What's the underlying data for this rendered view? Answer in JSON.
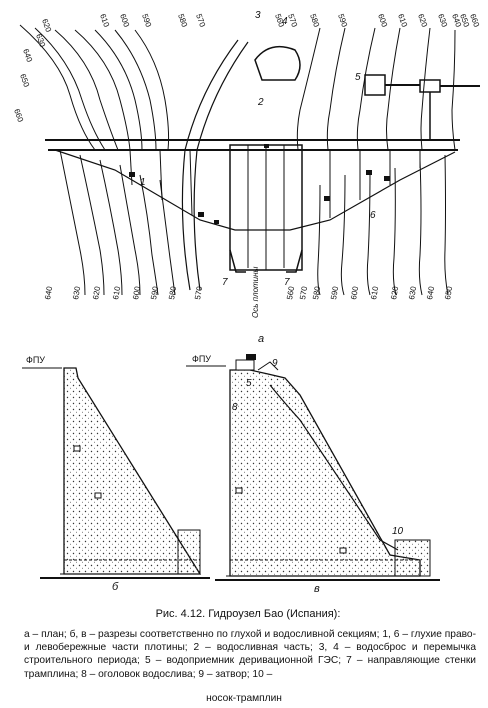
{
  "plan": {
    "contours_top": [
      "660",
      "650",
      "640",
      "630",
      "620",
      "610",
      "600",
      "590",
      "580",
      "570",
      "560",
      "570",
      "580",
      "590",
      "600",
      "610",
      "620",
      "630",
      "640",
      "650",
      "660"
    ],
    "contours_bottom": [
      "640",
      "630",
      "620",
      "610",
      "600",
      "590",
      "580",
      "570",
      "560",
      "570",
      "580",
      "590",
      "600",
      "610",
      "620",
      "630",
      "640",
      "650"
    ],
    "callouts": [
      "1",
      "2",
      "3",
      "4",
      "5",
      "6",
      "7",
      "7"
    ],
    "axis_label": "Ось плотины",
    "panel_label": "а"
  },
  "section_b": {
    "level_label": "ФПУ",
    "panel_label": "б"
  },
  "section_v": {
    "level_label": "ФПУ",
    "callouts": [
      "5",
      "8",
      "9",
      "10"
    ],
    "panel_label": "в"
  },
  "caption": "Рис. 4.12. Гидроузел Бао (Испания):",
  "legend_main": "а – план; б, в – разрезы соответственно по глухой и водосливной секциям; 1, 6 – глухие право- и левобережные части плотины; 2 – водосливная часть; 3, 4 – водосброс и перемычка строительного периода; 5 – водоприемник деривационной ГЭС; 7 – направляющие стенки трамплина; 8 – оголовок водослива; 9 – затвор; 10 –",
  "legend_last": "носок-трамплин"
}
